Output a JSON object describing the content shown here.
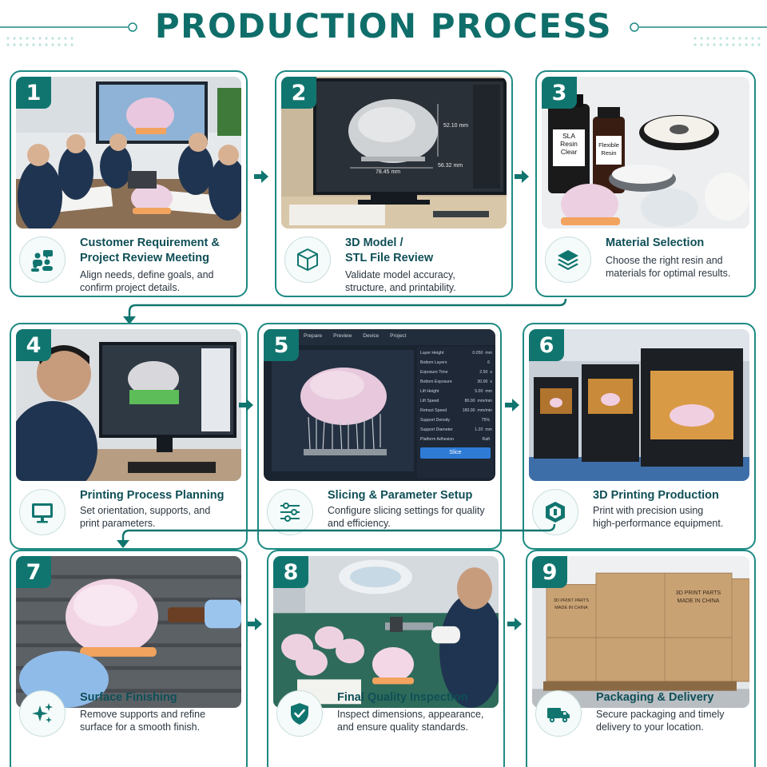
{
  "header": {
    "title": "PRODUCTION PROCESS"
  },
  "colors": {
    "accent": "#11756f",
    "border": "#1e8a84",
    "heading": "#0f6e6a"
  },
  "steps": [
    {
      "number": "1",
      "title_line1": "Customer Requirement &",
      "title_line2": "Project Review Meeting",
      "desc_line1": "Align needs, define goals, and",
      "desc_line2": "confirm project details.",
      "icon": "team-meeting-icon"
    },
    {
      "number": "2",
      "title_line1": "3D Model /",
      "title_line2": "STL File Review",
      "desc_line1": "Validate model accuracy,",
      "desc_line2": "structure, and printability.",
      "icon": "cube-icon",
      "photo_labels": {
        "dim_height": "52.10 mm",
        "dim_width": "78.45 mm",
        "dim_depth": "56.32 mm"
      }
    },
    {
      "number": "3",
      "title_line1": "Material Selection",
      "title_line2": "",
      "desc_line1": "Choose the right resin and",
      "desc_line2": "materials for optimal results.",
      "icon": "layers-icon",
      "photo_labels": {
        "bottle1_line1": "SLA",
        "bottle1_line2": "Resin",
        "bottle1_line3": "Clear",
        "bottle2_line1": "Flexible",
        "bottle2_line2": "Resin"
      }
    },
    {
      "number": "4",
      "title_line1": "Printing Process Planning",
      "title_line2": "",
      "desc_line1": "Set orientation, supports, and",
      "desc_line2": "print parameters.",
      "icon": "monitor-icon"
    },
    {
      "number": "5",
      "title_line1": "Slicing & Parameter Setup",
      "title_line2": "",
      "desc_line1": "Configure slicing settings for quality",
      "desc_line2": "and efficiency.",
      "icon": "sliders-icon",
      "photo_labels": {
        "tabs": [
          "Prepare",
          "Preview",
          "Device",
          "Project"
        ],
        "params": [
          {
            "name": "Layer Height",
            "value": "0.050",
            "unit": "mm"
          },
          {
            "name": "Bottom Layers",
            "value": "6",
            "unit": ""
          },
          {
            "name": "Exposure Time",
            "value": "2.50",
            "unit": "s"
          },
          {
            "name": "Bottom Exposure",
            "value": "30.00",
            "unit": "s"
          },
          {
            "name": "Lift Height",
            "value": "5.00",
            "unit": "mm"
          },
          {
            "name": "Lift Speed",
            "value": "80.00",
            "unit": "mm/min"
          },
          {
            "name": "Retract Speed",
            "value": "180.00",
            "unit": "mm/min"
          },
          {
            "name": "Support Density",
            "value": "75%",
            "unit": ""
          },
          {
            "name": "Support Diameter",
            "value": "1.20",
            "unit": "mm"
          },
          {
            "name": "Platform Adhesion",
            "value": "Raft",
            "unit": ""
          }
        ],
        "slice_button": "Slice"
      }
    },
    {
      "number": "6",
      "title_line1": "3D Printing Production",
      "title_line2": "",
      "desc_line1": "Print with precision using",
      "desc_line2": "high-performance equipment.",
      "icon": "box-print-icon"
    },
    {
      "number": "7",
      "title_line1": "Surface Finishing",
      "title_line2": "",
      "desc_line1": "Remove supports and refine",
      "desc_line2": "surface for a smooth finish.",
      "icon": "sparkle-icon"
    },
    {
      "number": "8",
      "title_line1": "Final Quality Inspection",
      "title_line2": "",
      "desc_line1": "Inspect dimensions, appearance,",
      "desc_line2": "and ensure quality standards.",
      "icon": "shield-check-icon"
    },
    {
      "number": "9",
      "title_line1": "Packaging & Delivery",
      "title_line2": "",
      "desc_line1": "Secure packaging and timely",
      "desc_line2": "delivery to your location.",
      "icon": "truck-icon",
      "photo_labels": {
        "box_line1": "3D PRINT PARTS",
        "box_line2": "MADE IN CHINA"
      }
    }
  ]
}
